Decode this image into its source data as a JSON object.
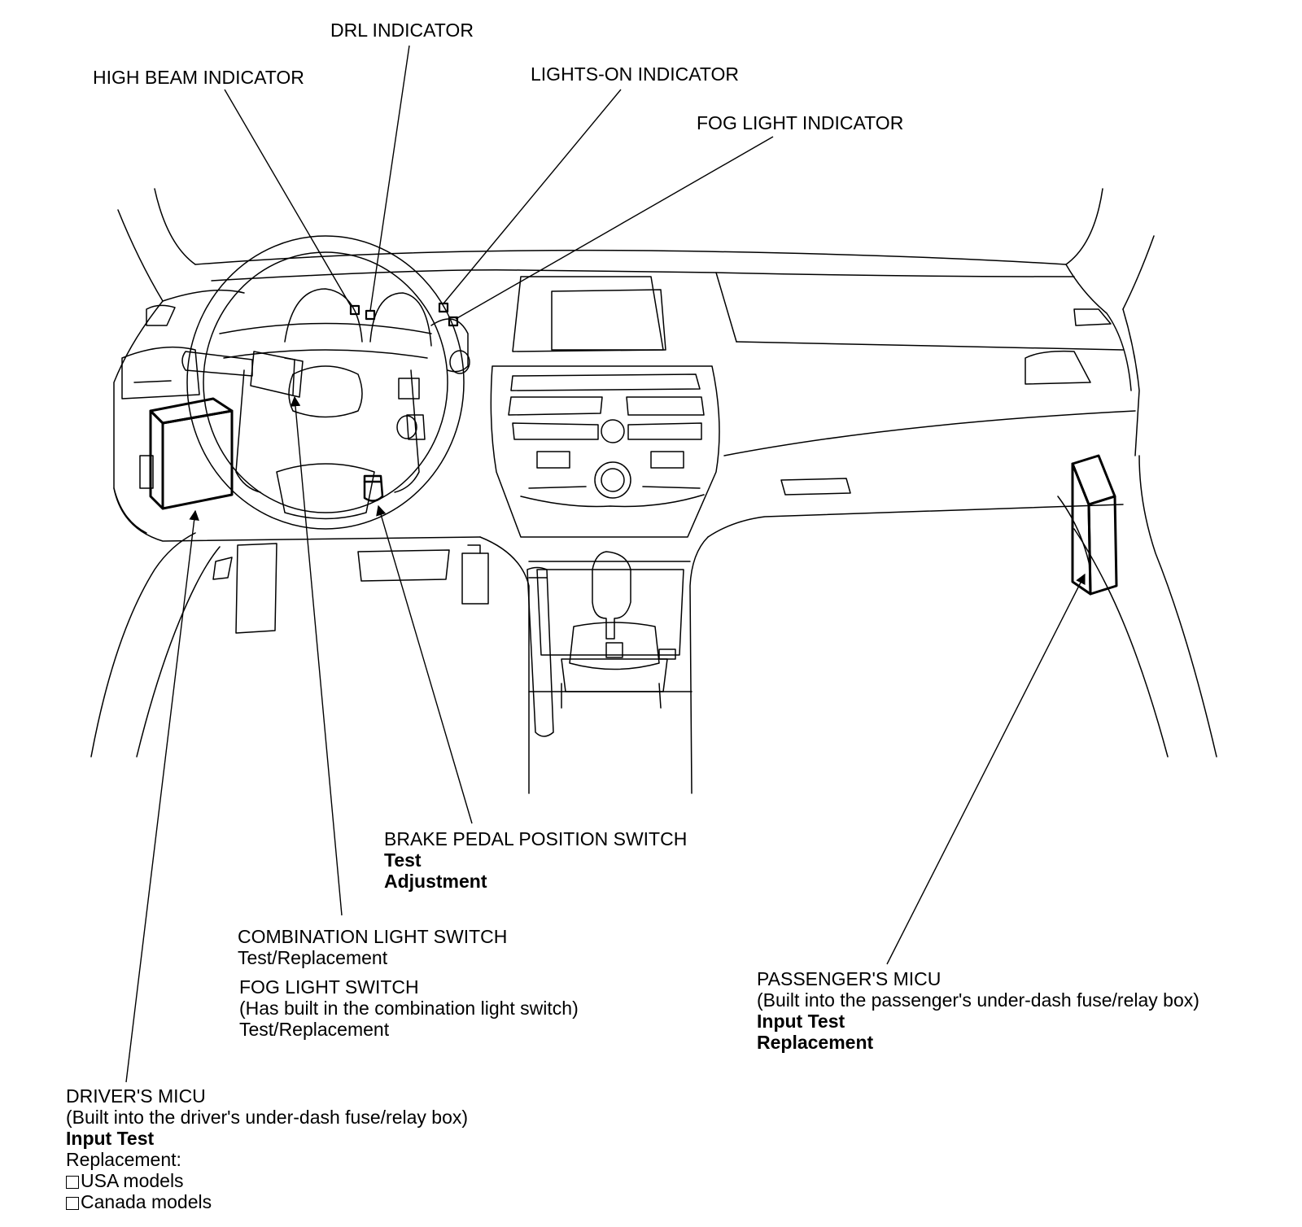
{
  "labels": {
    "high_beam_indicator": "HIGH BEAM INDICATOR",
    "drl_indicator": "DRL INDICATOR",
    "lights_on_indicator": "LIGHTS-ON INDICATOR",
    "fog_light_indicator": "FOG LIGHT INDICATOR",
    "brake_pedal_position_switch": {
      "title": "BRAKE PEDAL POSITION SWITCH",
      "links": [
        "Test",
        "Adjustment"
      ]
    },
    "combination_light_switch": {
      "title": "COMBINATION LIGHT SWITCH",
      "links": [
        "Test/Replacement"
      ]
    },
    "fog_light_switch": {
      "title": "FOG LIGHT SWITCH",
      "note": "(Has built in the combination light switch)",
      "links": [
        "Test/Replacement"
      ]
    },
    "drivers_micu": {
      "title": "DRIVER'S MICU",
      "note": "(Built into the driver's under-dash fuse/relay box)",
      "link": "Input Test",
      "replacement_label": "Replacement:",
      "models": [
        "USA models",
        "Canada models"
      ]
    },
    "passengers_micu": {
      "title": "PASSENGER'S MICU",
      "note": "(Built into the passenger's under-dash fuse/relay box)",
      "links": [
        "Input Test",
        "Replacement"
      ]
    }
  },
  "colors": {
    "line": "#000000",
    "background": "#ffffff"
  }
}
